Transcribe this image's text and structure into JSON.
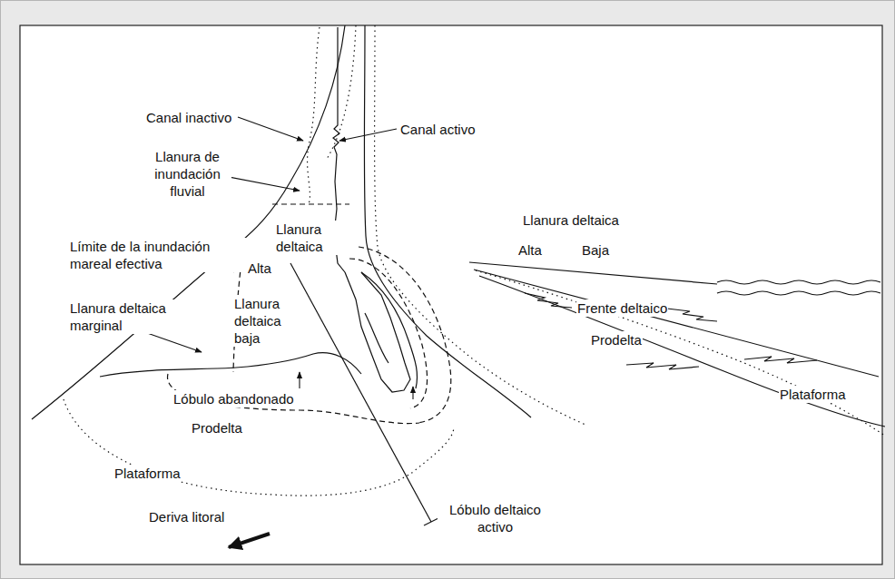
{
  "diagram": {
    "labels": [
      "Canal inactivo",
      "Canal activo",
      "Llanura de inundación fluvial",
      "Llanura deltaica",
      "Límite de la inundación mareal efectiva",
      "Alta",
      "Llanura deltaica marginal",
      "Llanura deltaica baja",
      "Lóbulo abandonado",
      "Prodelta",
      "Plataforma",
      "Deriva litoral",
      "Lóbulo deltaico activo",
      "Llanura deltaica",
      "Alta",
      "Baja",
      "Frente deltaico",
      "Prodelta",
      "Plataforma"
    ]
  }
}
